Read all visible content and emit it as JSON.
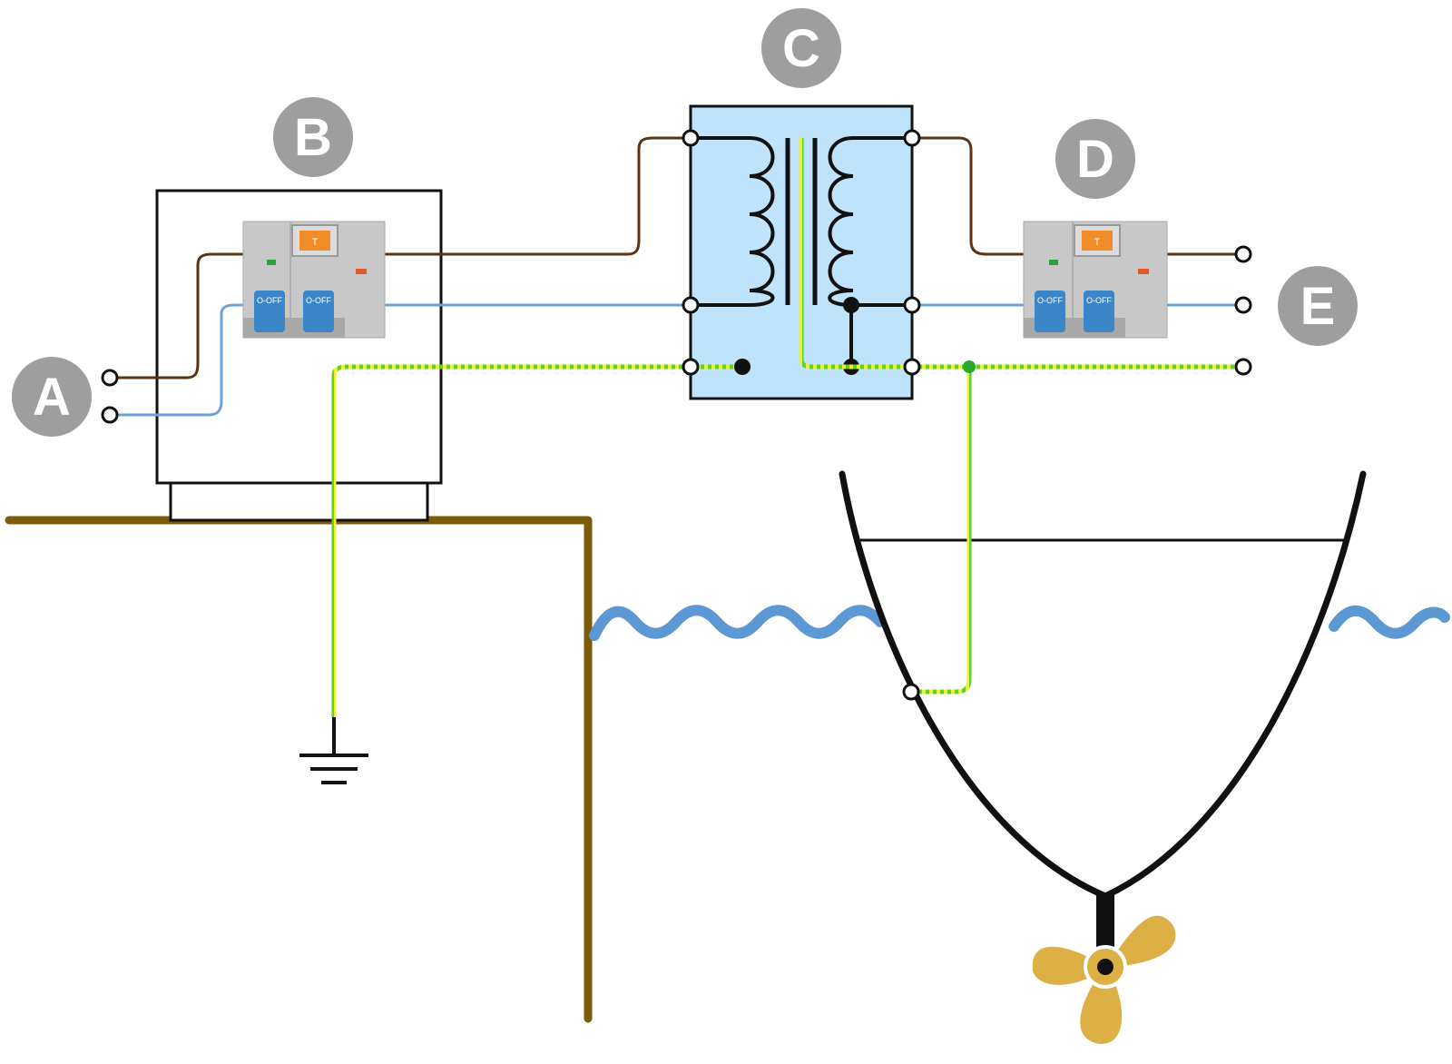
{
  "colors": {
    "live_wire": "#5a3410",
    "neutral_wire": "#6aa3d8",
    "earth_wire": "#5ed12a",
    "earth_wire_stripe": "#f0f030",
    "dock": "#7a5c0a",
    "water": "#5b98d4",
    "transformer_fill": "#bfe3fb",
    "callout": "#9e9e9e",
    "propeller": "#dcb044",
    "breaker_body": "#c8c8c8",
    "breaker_handle": "#3a86c8",
    "indicator_window": "#f28c28"
  },
  "callouts": {
    "a": "A",
    "b": "B",
    "c": "C",
    "d": "D",
    "e": "E"
  },
  "breakers": {
    "b_switch_left": "O-OFF",
    "b_switch_right": "O-OFF",
    "d_switch_left": "O-OFF",
    "d_switch_right": "O-OFF",
    "b_window": "T",
    "d_window": "T"
  },
  "icons": {
    "ground": "earth-ground-icon",
    "propeller": "propeller-icon",
    "transformer": "isolation-transformer-icon"
  }
}
